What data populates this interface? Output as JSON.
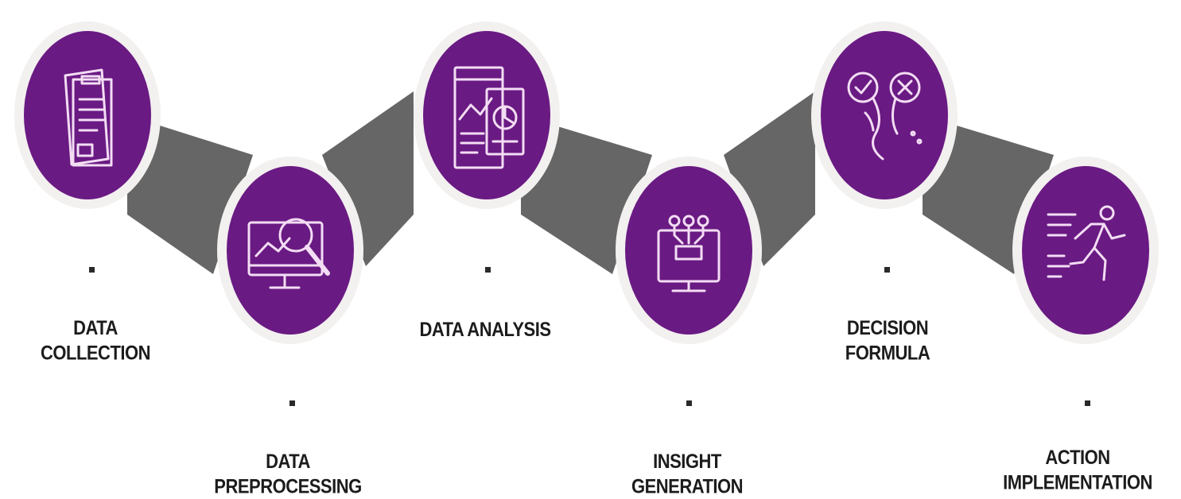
{
  "colors": {
    "circle": "#6a1a83",
    "circle_ring": "#f3f0f0",
    "connector": "#666666",
    "icon_stroke": "#f3ddf4",
    "text": "#1c1c1c"
  },
  "steps": [
    {
      "label": "DATA\nCOLLECTION",
      "icon": "clipboard-document-icon"
    },
    {
      "label": "DATA\nPREPROCESSING",
      "icon": "monitor-magnifier-chart-icon"
    },
    {
      "label": "DATA ANALYSIS",
      "icon": "analytics-report-icon"
    },
    {
      "label": "INSIGHT\nGENERATION",
      "icon": "monitor-circuit-icon"
    },
    {
      "label": "DECISION\nFORMULA",
      "icon": "approve-reject-choice-icon"
    },
    {
      "label": "ACTION\nIMPLEMENTATION",
      "icon": "running-person-icon"
    }
  ]
}
